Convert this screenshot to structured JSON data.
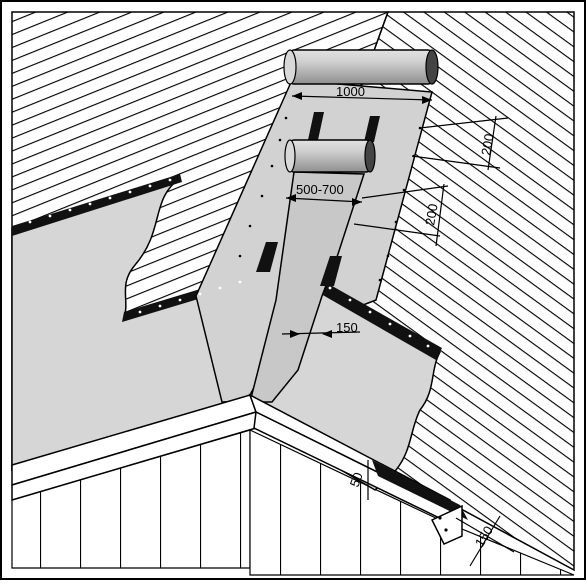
{
  "diagram": {
    "dimensions": {
      "ridge_overlap_width": "1000",
      "valley_strip_width": "500-700",
      "overlap_upper": "200",
      "overlap_lower": "200",
      "edge_overlap": "150",
      "eave_overhang": "50",
      "eave_strip_width": "150"
    }
  }
}
